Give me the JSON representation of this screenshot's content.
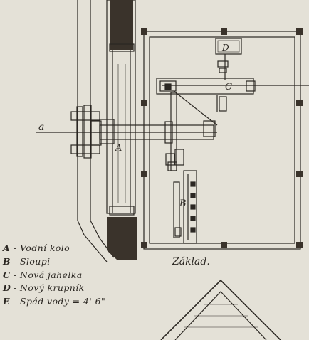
{
  "labels": {
    "a": "a",
    "A": "A",
    "B": "B",
    "C": "C",
    "D": "D",
    "plan": "Základ."
  },
  "legend": [
    {
      "key": "A",
      "sep": "-",
      "text": "Vodní kolo"
    },
    {
      "key": "B",
      "sep": "-",
      "text": "Sloupi"
    },
    {
      "key": "C",
      "sep": "-",
      "text": "Nová jahelka"
    },
    {
      "key": "D",
      "sep": "-",
      "text": "Nový krupník"
    },
    {
      "key": "E",
      "sep": "-",
      "text": "Spád vody = 4'-6\""
    }
  ],
  "colors": {
    "paper": "#e4e1d7",
    "ink": "#2b2722",
    "wood": "#3a332b"
  }
}
